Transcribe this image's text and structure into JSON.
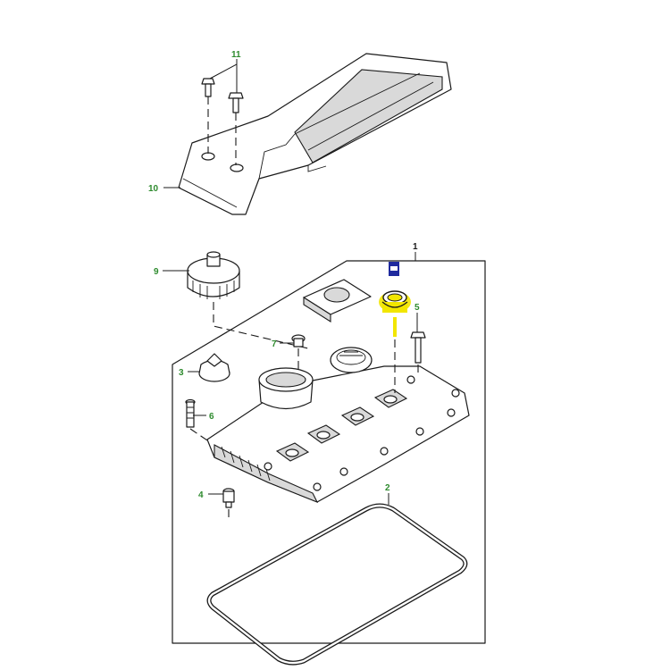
{
  "callouts": {
    "c1": "1",
    "c2": "2",
    "c3": "3",
    "c4": "4",
    "c5": "5",
    "c6": "6",
    "c7": "7",
    "c9": "9",
    "c10": "10",
    "c11": "11"
  },
  "colors": {
    "callout_text": "#2e8b2e",
    "highlight": "#f2e600",
    "badge": "#1f2a9e"
  },
  "icons": {
    "selected_part_badge": "blue-square-marker-icon"
  }
}
